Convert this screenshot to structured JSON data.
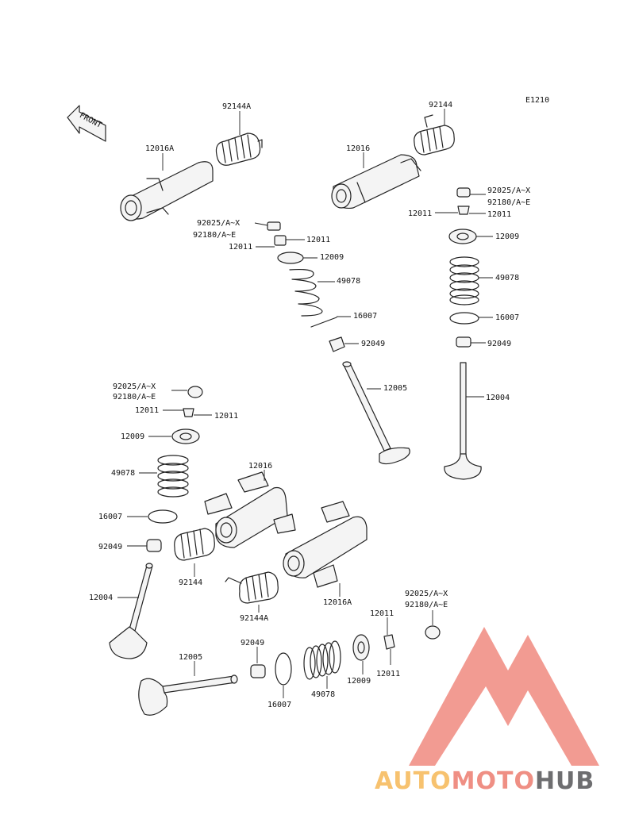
{
  "diagram_code": "E1210",
  "front_label": "FRONT",
  "watermark": {
    "part1": "AUTO",
    "part2": "MOTO",
    "part3": "HUB",
    "color_light": "#f7c26f",
    "color_mid": "#ef8f84",
    "color_dark": "#6e6e70",
    "logo_color": "#f08a80"
  },
  "labels": {
    "a1": "92144A",
    "a2": "92144",
    "a3": "12016A",
    "a4": "12016",
    "b1": "92025/A~X",
    "b2": "92180/A~E",
    "b3": "12011",
    "b4": "12011",
    "b5": "12009",
    "b6": "49078",
    "b7": "16007",
    "b8": "92049",
    "b9": "12005",
    "c1": "92025/A~X",
    "c2": "92180/A~E",
    "c3": "12011",
    "c4": "12011",
    "c5": "12009",
    "c6": "49078",
    "c7": "16007",
    "c8": "92049",
    "c9": "12004",
    "d1": "92025/A~X",
    "d2": "92180/A~E",
    "d3": "12011",
    "d4": "12011",
    "d5": "12009",
    "d6": "49078",
    "d7": "16007",
    "d8": "92049",
    "d9": "12004",
    "d10": "12016",
    "d11": "92144",
    "d12": "92144A",
    "d13": "12016A",
    "e1": "12005",
    "e2": "92049",
    "e3": "16007",
    "e4": "49078",
    "e5": "12009",
    "e6": "12011",
    "e7": "12011",
    "e8": "92025/A~X",
    "e9": "92180/A~E"
  }
}
